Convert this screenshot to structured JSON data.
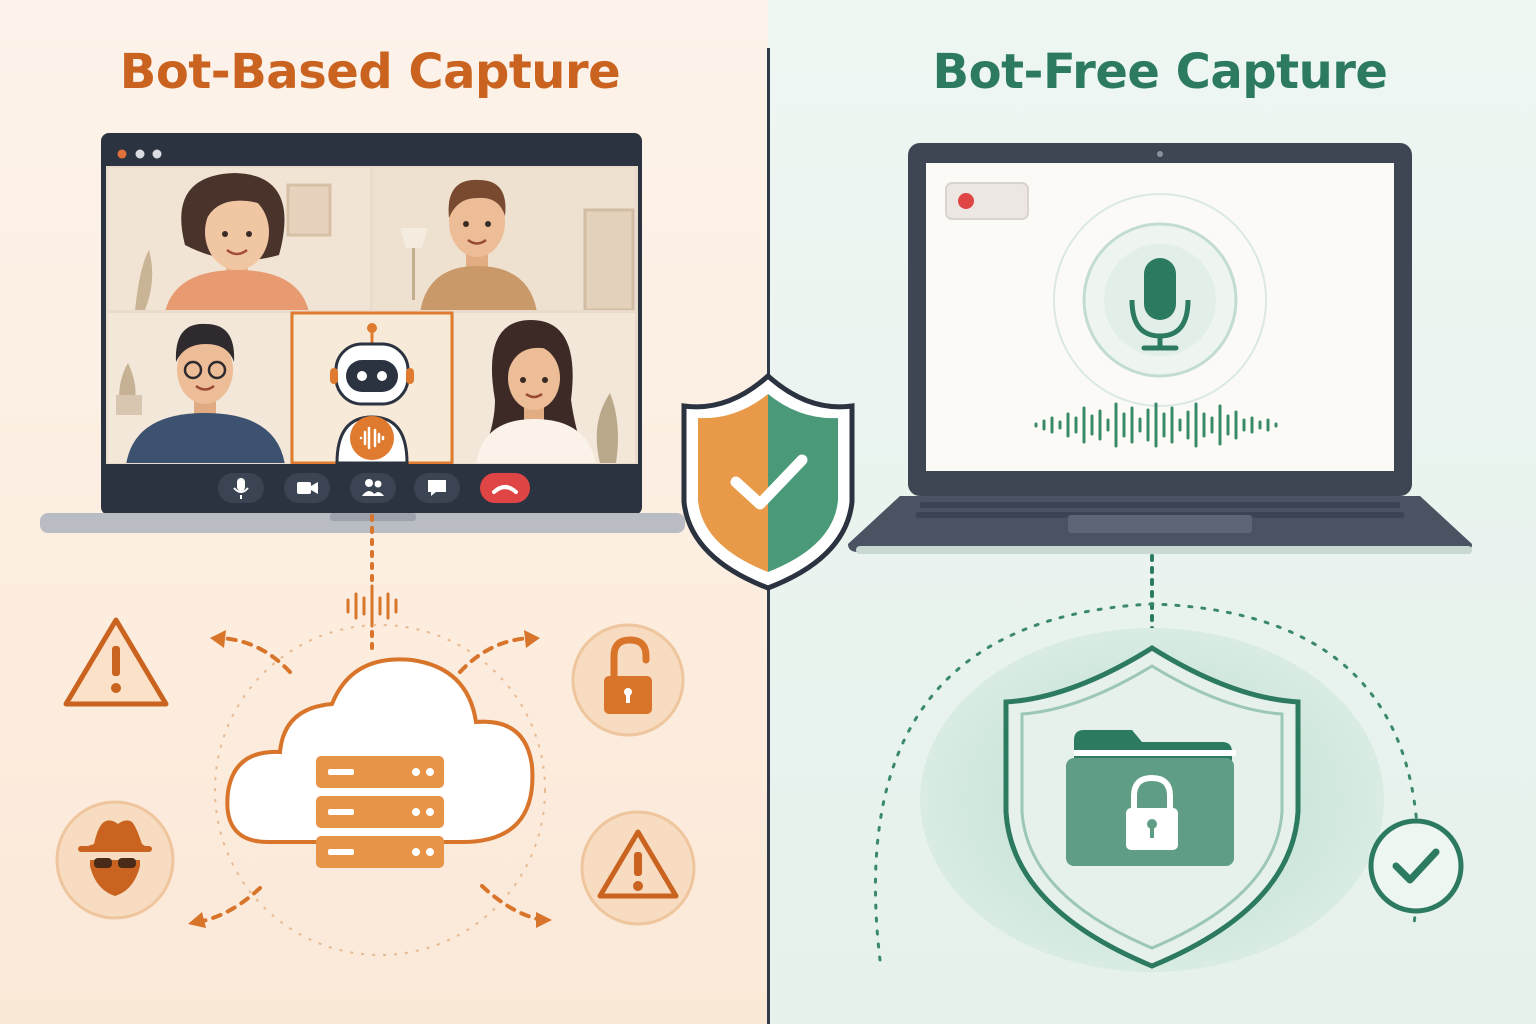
{
  "left": {
    "title": "Bot-Based Capture",
    "accent": "#d9752a",
    "icons": [
      "people-video-grid",
      "robot-icon",
      "mic-icon",
      "camera-icon",
      "participants-icon",
      "chat-icon",
      "end-call-icon",
      "cloud-server-icon",
      "warning-icon",
      "unlocked-padlock-icon",
      "spy-icon"
    ]
  },
  "right": {
    "title": "Bot-Free Capture",
    "accent": "#2c7a5f",
    "icons": [
      "record-indicator-icon",
      "microphone-icon",
      "waveform-icon",
      "shield-folder-lock-icon",
      "check-circle-icon"
    ]
  },
  "center": {
    "icons": [
      "shield-check-icon"
    ]
  }
}
